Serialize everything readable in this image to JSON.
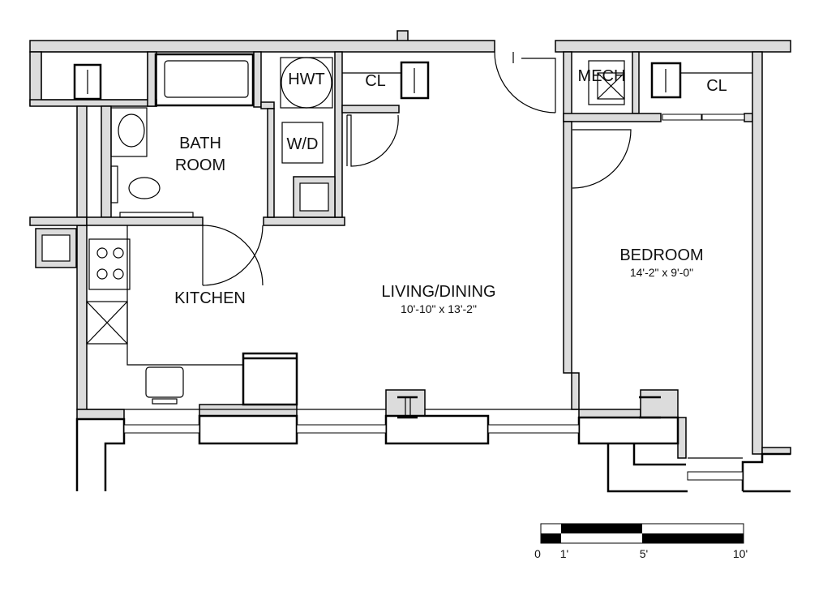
{
  "rooms": {
    "bath_line1": "BATH",
    "bath_line2": "ROOM",
    "hwt": "HWT",
    "wd": "W/D",
    "closet1": "CL",
    "mech": "MECH",
    "closet2": "CL",
    "kitchen": "KITCHEN",
    "living": "LIVING/DINING",
    "living_dims": "10'-10\" x 13'-2\"",
    "bedroom": "BEDROOM",
    "bedroom_dims": "14'-2\" x 9'-0\""
  },
  "scale_bar": {
    "labels": [
      "0",
      "1'",
      "5'",
      "10'"
    ]
  }
}
